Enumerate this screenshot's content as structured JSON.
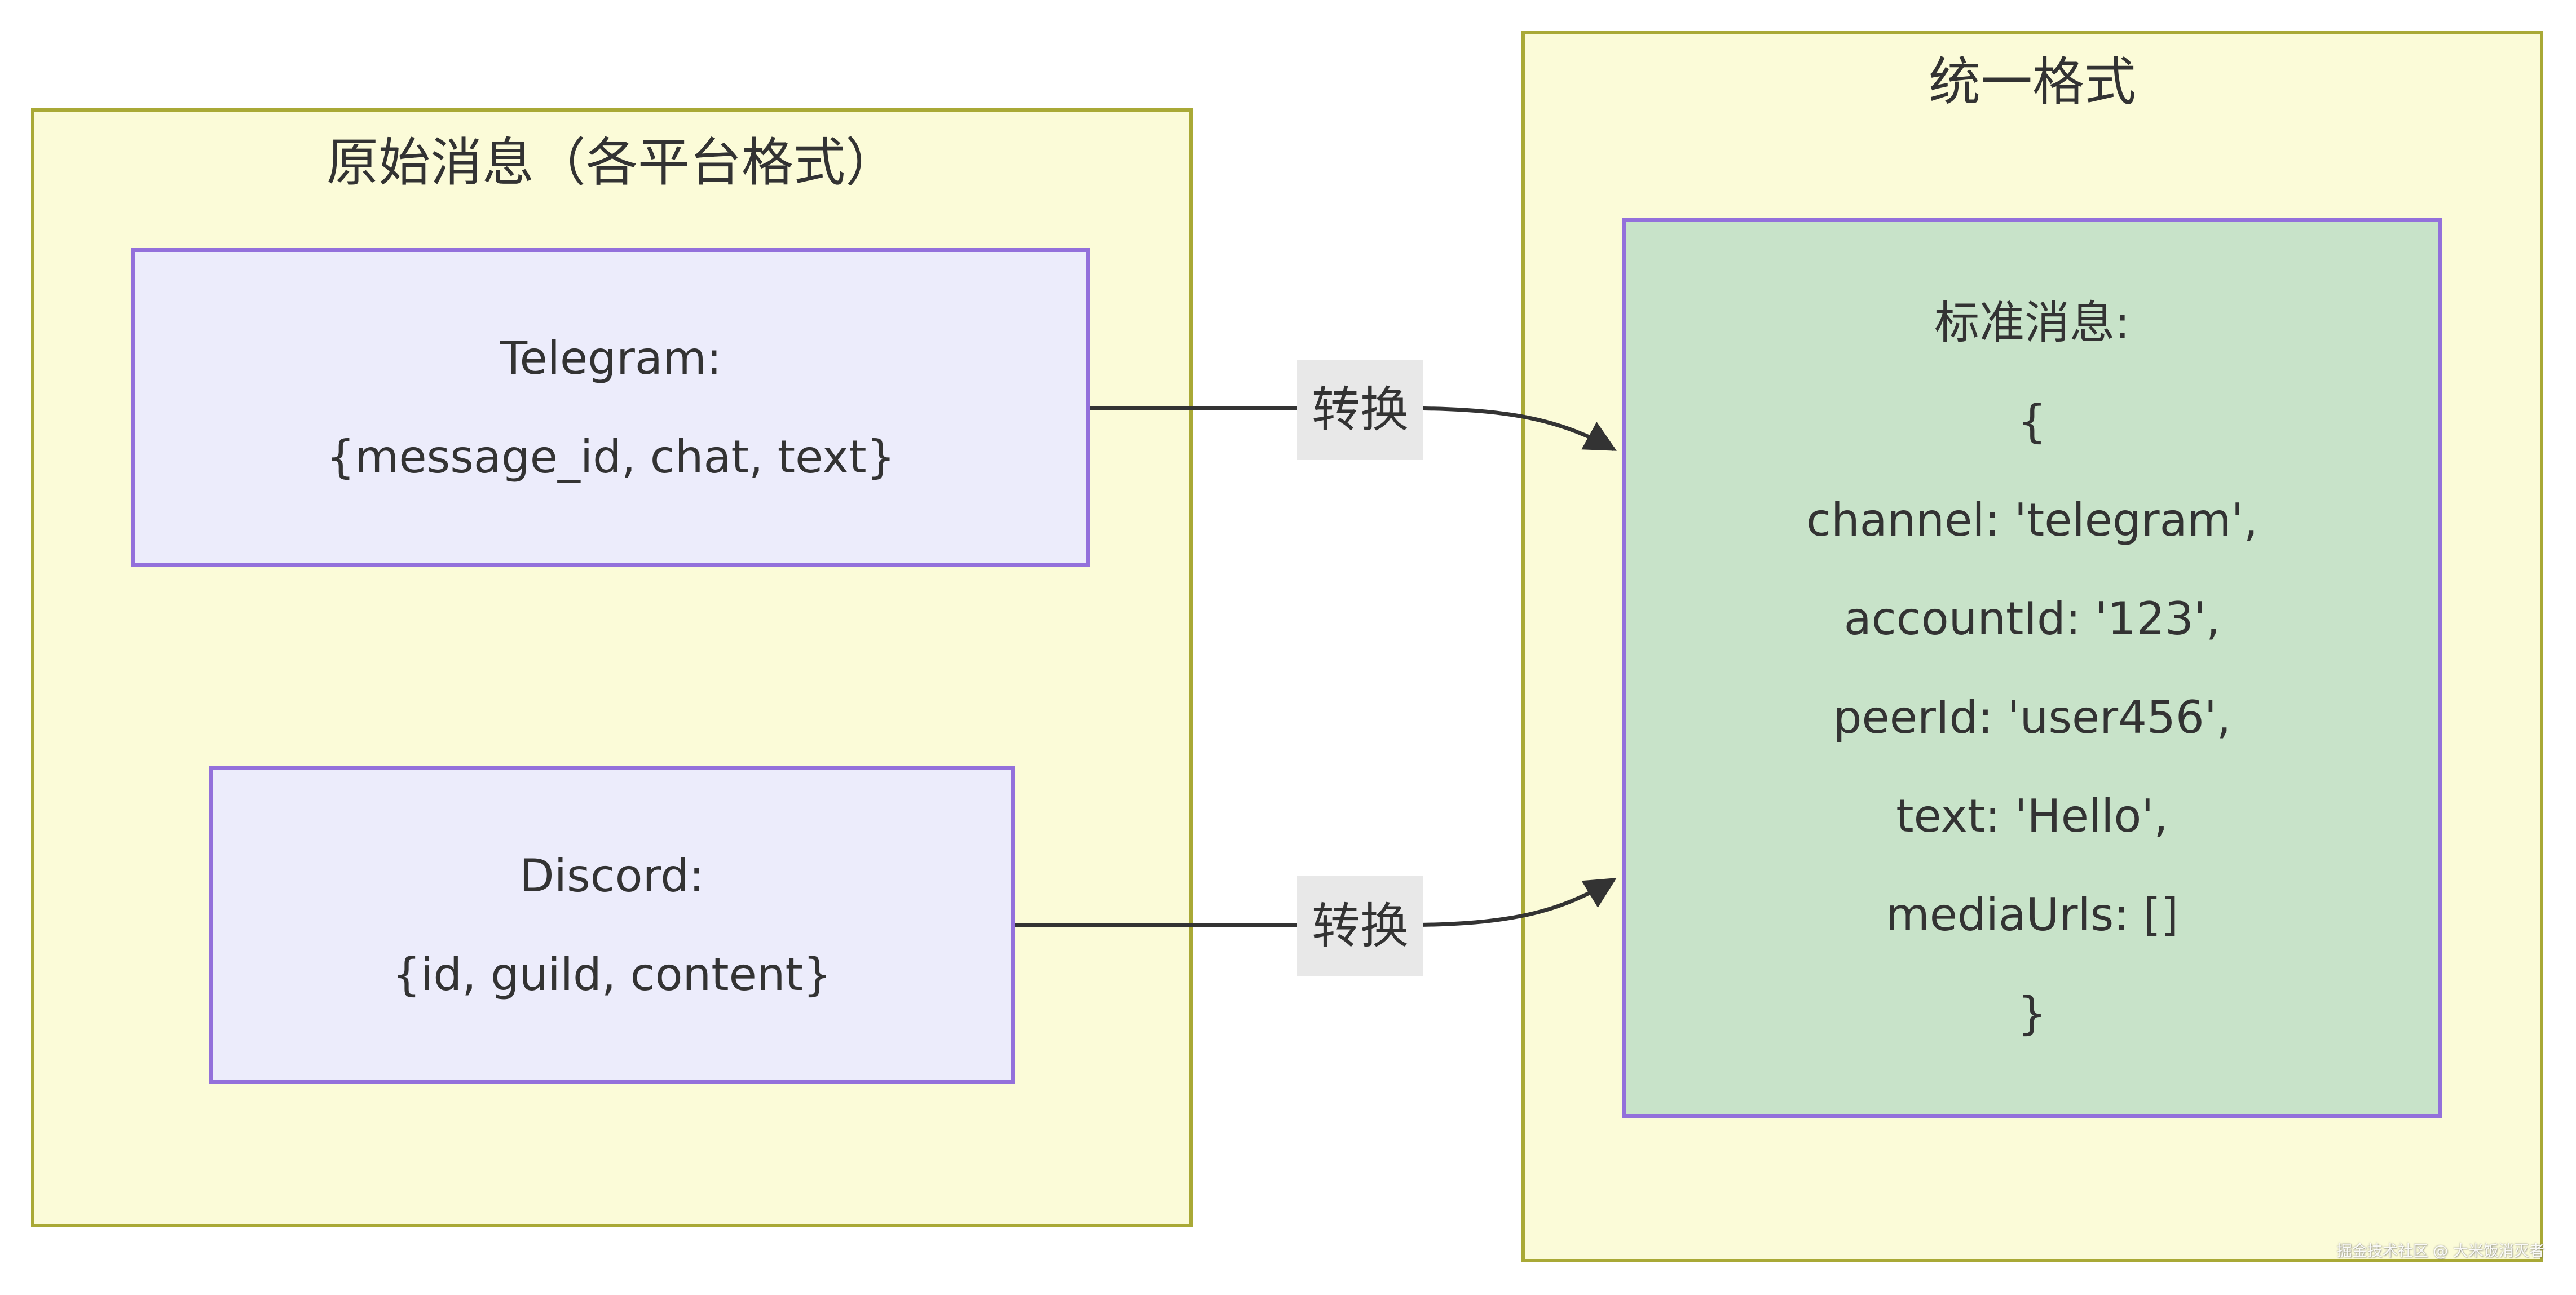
{
  "left_group": {
    "title": "原始消息（各平台格式）",
    "nodes": [
      {
        "name": "telegram",
        "lines": [
          "Telegram:",
          "{message_id, chat, text}"
        ]
      },
      {
        "name": "discord",
        "lines": [
          "Discord:",
          "{id, guild, content}"
        ]
      }
    ]
  },
  "right_group": {
    "title": "统一格式",
    "node": {
      "name": "standard-message",
      "lines": [
        "标准消息:",
        "{",
        "channel: 'telegram',",
        "accountId: '123',",
        "peerId: 'user456',",
        "text: 'Hello',",
        "mediaUrls: []",
        "}"
      ]
    }
  },
  "edges": [
    {
      "from": "telegram",
      "to": "standard-message",
      "label": "转换"
    },
    {
      "from": "discord",
      "to": "standard-message",
      "label": "转换"
    }
  ],
  "watermark": "掘金技术社区 @ 大米饭消灭者",
  "colors": {
    "background": "#ffffff",
    "group_fill": "#FBFBD8",
    "group_border": "#A9A936",
    "platform_node_fill": "#ECECFB",
    "node_border": "#9370DB",
    "standard_node_fill": "#C8E3C9",
    "edge_stroke": "#333333",
    "edge_label_bg": "#E8E8E8",
    "text": "#333333",
    "watermark_text": "#FFFFFF"
  }
}
